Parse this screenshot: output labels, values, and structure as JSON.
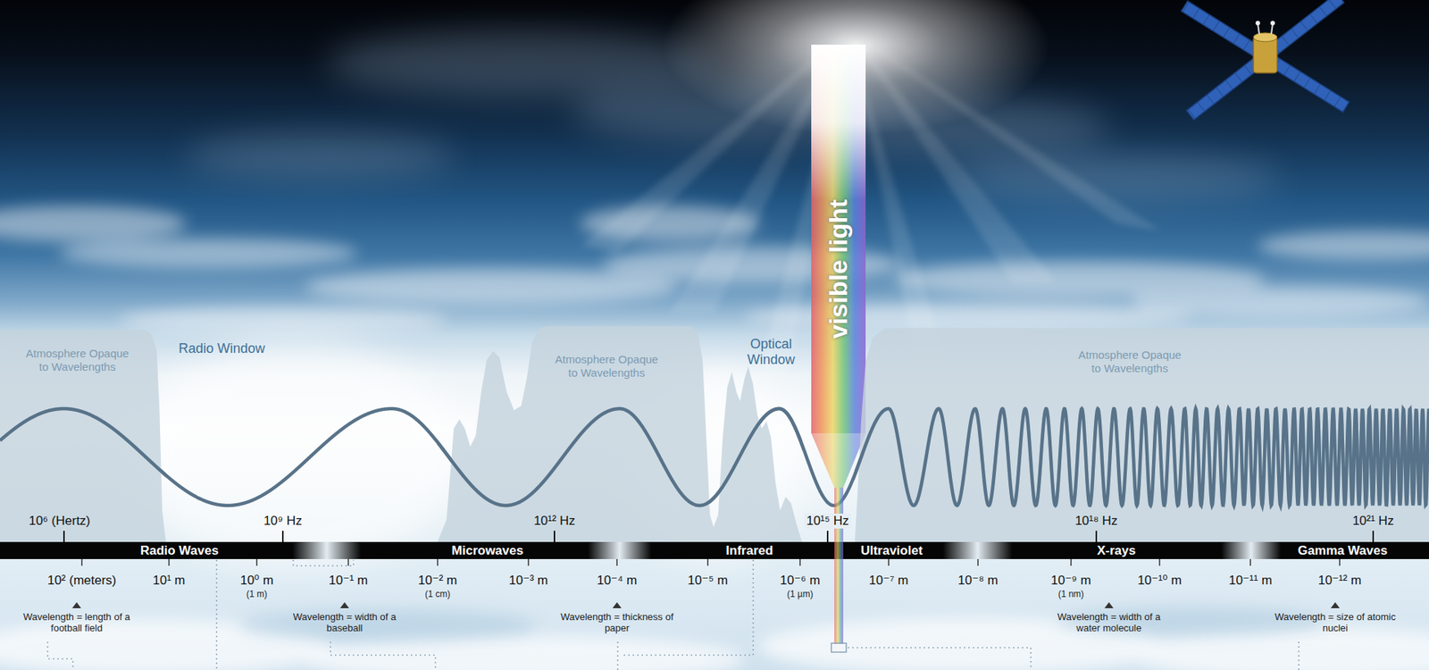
{
  "diagram": {
    "nodes": [
      {
        "text": [
          "visible light"
        ]
      },
      {
        "text": [
          "Atmosphere Opaque to Wavelengths"
        ]
      },
      {
        "text": [
          "Atmosphere Opaque to Wavelengths"
        ]
      },
      {
        "text": [
          "Atmosphere Opaque to Wavelengths"
        ]
      }
    ],
    "labels": [
      "Radio Window",
      "Optical Window",
      "10⁶ (Hertz)",
      "10⁹ Hz",
      "10¹² Hz",
      "10¹⁵ Hz",
      "10¹⁸ Hz",
      "10²¹ Hz",
      "Radio Waves",
      "Microwaves",
      "Infrared",
      "Ultraviolet",
      "X-rays",
      "Gamma Waves",
      "10² (meters)",
      "10¹ m",
      "10⁰ m",
      "10⁻¹ m",
      "10⁻² m",
      "10⁻³ m",
      "10⁻⁴ m",
      "10⁻⁵ m",
      "10⁻⁶ m",
      "10⁻⁷ m",
      "10⁻⁸ m",
      "10⁻⁹ m",
      "10⁻¹⁰ m",
      "10⁻¹¹ m",
      "10⁻¹² m",
      "(1 m)",
      "(1 cm)",
      "(1 µm)",
      "(1 nm)",
      "Wavelength = length of a football field",
      "Wavelength = width of a baseball",
      "Wavelength = thickness of paper",
      "Wavelength = width of a water molecule",
      "Wavelength = size of atomic nuclei"
    ]
  }
}
